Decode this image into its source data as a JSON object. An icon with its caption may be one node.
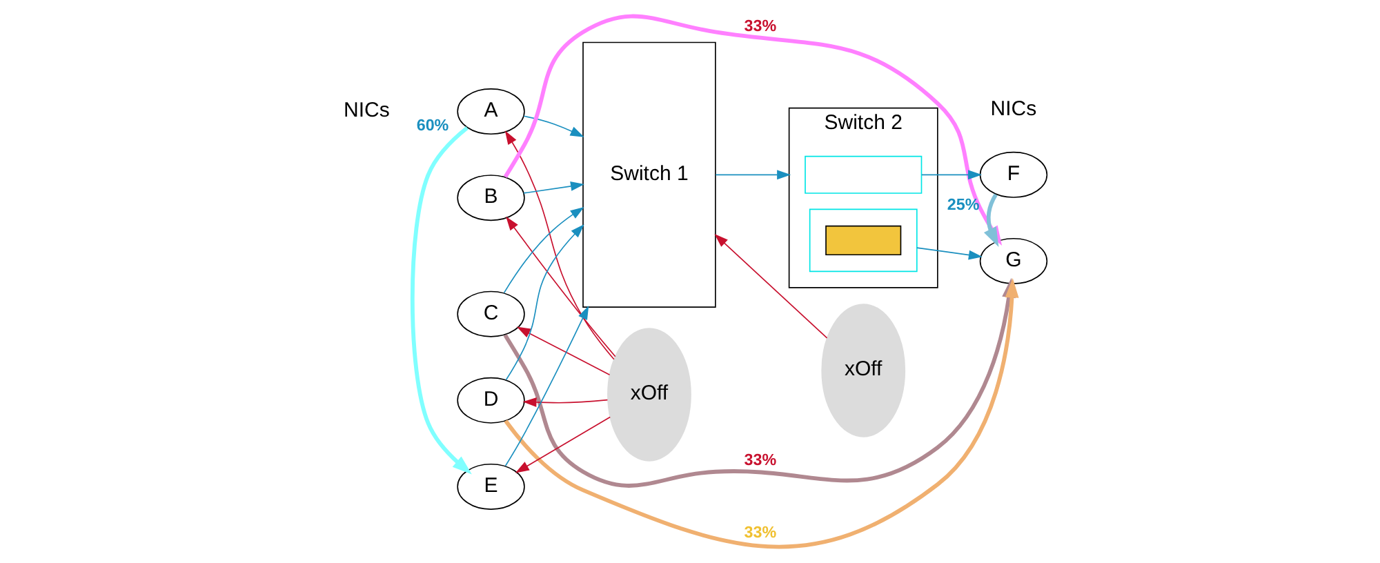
{
  "diagram": {
    "nodes": [
      {
        "text": [
          "A"
        ]
      },
      {
        "text": [
          "B"
        ]
      },
      {
        "text": [
          "C"
        ]
      },
      {
        "text": [
          "D"
        ]
      },
      {
        "text": [
          "E"
        ]
      },
      {
        "text": [
          "F"
        ]
      },
      {
        "text": [
          "G"
        ]
      },
      {
        "text": [
          "Switch 1"
        ]
      },
      {
        "text": [
          "Switch 2"
        ]
      },
      {
        "text": [
          "xOff"
        ]
      },
      {
        "text": [
          "xOff"
        ]
      },
      {
        "text": [],
        "shape": "box",
        "in": 8
      },
      {
        "text": [],
        "shape": "box",
        "in": 8
      },
      {
        "text": [],
        "shape": "flag",
        "in": 12
      }
    ],
    "edges": [
      {
        "from": 0,
        "to": 7,
        "arrow": "to"
      },
      {
        "from": 1,
        "to": 7,
        "arrow": "to"
      },
      {
        "from": 2,
        "to": 7,
        "arrow": "to"
      },
      {
        "from": 3,
        "to": 7,
        "arrow": "to"
      },
      {
        "from": 4,
        "to": 7,
        "arrow": "to"
      },
      {
        "from": 9,
        "to": 0,
        "arrow": "to",
        "color": "#c8102e"
      },
      {
        "from": 9,
        "to": 1,
        "arrow": "to",
        "color": "#c8102e"
      },
      {
        "from": 9,
        "to": 2,
        "arrow": "to",
        "color": "#c8102e"
      },
      {
        "from": 9,
        "to": 3,
        "arrow": "to",
        "color": "#c8102e"
      },
      {
        "from": 9,
        "to": 4,
        "arrow": "to",
        "color": "#c8102e"
      },
      {
        "from": 0,
        "to": 4,
        "arrow": "to",
        "label": "60%",
        "style": "thick",
        "color": "#80ffff"
      },
      {
        "from": 1,
        "to": 6,
        "arrow": "to",
        "label": "33%",
        "style": "thick",
        "color": "#ff80ff"
      },
      {
        "from": 2,
        "to": 6,
        "arrow": "to",
        "label": "33%",
        "style": "thick",
        "color": "#b08890"
      },
      {
        "from": 3,
        "to": 6,
        "arrow": "to",
        "label": "33%",
        "style": "thick",
        "color": "#f0b070"
      },
      {
        "from": 10,
        "to": 7,
        "arrow": "to",
        "color": "#c8102e"
      },
      {
        "from": 7,
        "to": 8,
        "arrow": "to"
      },
      {
        "from": 11,
        "to": 5,
        "arrow": "to"
      },
      {
        "from": 12,
        "to": 6,
        "arrow": "to"
      },
      {
        "from": 5,
        "to": 6,
        "arrow": "to",
        "label": "25%",
        "style": "thick",
        "color": "#80c0d8"
      }
    ],
    "labels": [
      "NICs",
      "NICs"
    ]
  }
}
